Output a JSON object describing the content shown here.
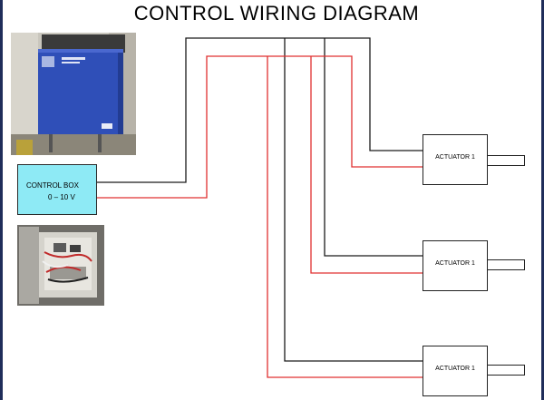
{
  "title": "CONTROL WIRING DIAGRAM",
  "control_box": {
    "line1": "CONTROL BOX",
    "line2": "0 – 10 V"
  },
  "actuators": [
    {
      "label": "ACTUATOR 1"
    },
    {
      "label": "ACTUATOR 1"
    },
    {
      "label": "ACTUATOR 1"
    }
  ],
  "wires": {
    "black_color": "#1a1a1a",
    "red_color": "#e03030"
  },
  "photos": [
    {
      "subject": "blue-control-cabinet-photo"
    },
    {
      "subject": "open-junction-box-photo"
    }
  ]
}
